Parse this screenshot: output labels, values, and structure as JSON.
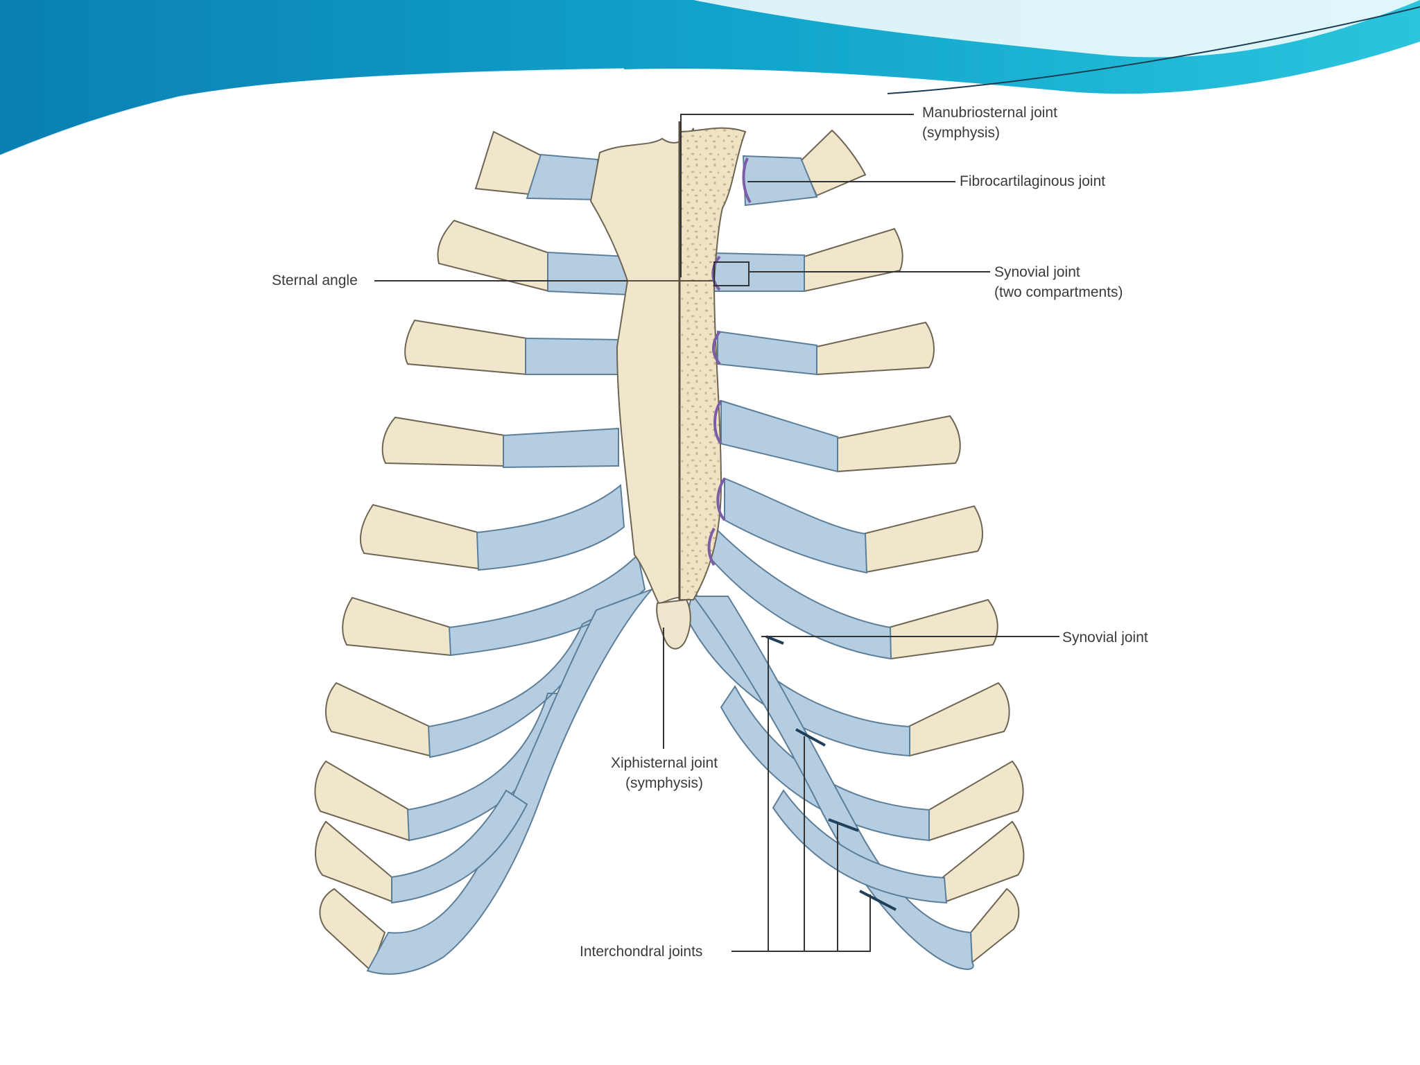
{
  "colors": {
    "bone": "#f0e6cc",
    "bone_outline": "#6e6452",
    "cartilage": "#b5cde0",
    "cartilage_outline": "#5c7e99",
    "joint_marker": "#7a5ea8",
    "leader_line": "#333333",
    "banner_dark": "#0a86b8",
    "banner_light": "#28c3dc"
  },
  "labels": {
    "manubriosternal_line1": "Manubriosternal joint",
    "manubriosternal_line2": "(symphysis)",
    "fibrocartilaginous": "Fibrocartilaginous joint",
    "synovial_two_line1": "Synovial joint",
    "synovial_two_line2": "(two compartments)",
    "sternal_angle": "Sternal angle",
    "synovial": "Synovial joint",
    "xiphisternal_line1": "Xiphisternal joint",
    "xiphisternal_line2": "(symphysis)",
    "interchondral": "Interchondral joints"
  },
  "icons": {
    "bone": "rib-bone-shape",
    "cartilage": "costal-cartilage-shape"
  }
}
